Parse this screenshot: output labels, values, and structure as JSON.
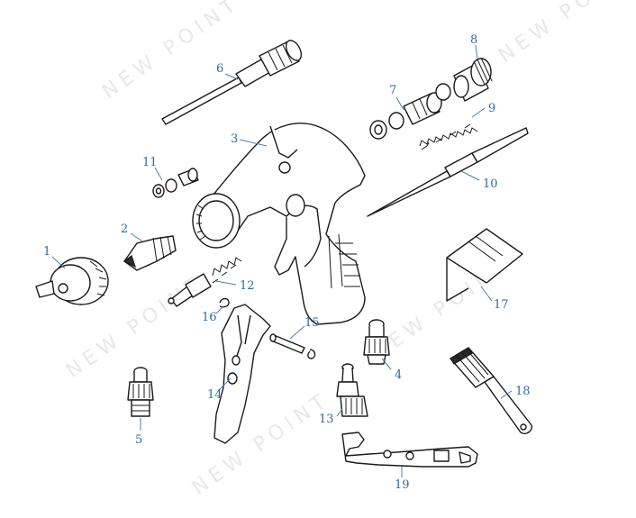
{
  "watermark": "NEW POINT",
  "callouts": [
    {
      "id": "1",
      "text": "1"
    },
    {
      "id": "2",
      "text": "2"
    },
    {
      "id": "3",
      "text": "3"
    },
    {
      "id": "4",
      "text": "4"
    },
    {
      "id": "5",
      "text": "5"
    },
    {
      "id": "6",
      "text": "6"
    },
    {
      "id": "7",
      "text": "7"
    },
    {
      "id": "8",
      "text": "8"
    },
    {
      "id": "9",
      "text": "9"
    },
    {
      "id": "10",
      "text": "10"
    },
    {
      "id": "11",
      "text": "11"
    },
    {
      "id": "12",
      "text": "12"
    },
    {
      "id": "13",
      "text": "13"
    },
    {
      "id": "14",
      "text": "14"
    },
    {
      "id": "15",
      "text": "15"
    },
    {
      "id": "16",
      "text": "16"
    },
    {
      "id": "17",
      "text": "17"
    },
    {
      "id": "18",
      "text": "18"
    },
    {
      "id": "19",
      "text": "19"
    }
  ],
  "colors": {
    "line": "#1a1a1a",
    "label": "#2d6aa3",
    "leader": "#4a7fb0",
    "watermark": "#e6e6e6"
  }
}
